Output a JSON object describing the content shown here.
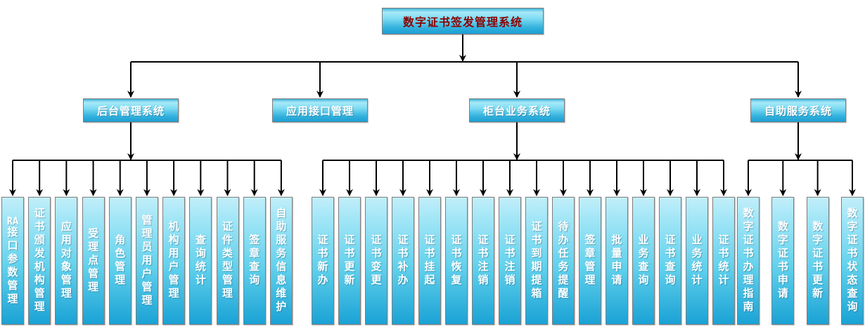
{
  "root": {
    "label": "数字证书签发管理系统"
  },
  "branches": [
    {
      "label": "后台管理系统",
      "children": [
        "RA接口参数管理",
        "证书颁发机构管理",
        "应用对象管理",
        "受理点管理",
        "角色管理",
        "管理员用户管理",
        "机构用户管理",
        "查询统计",
        "证件类型管理",
        "签章查询",
        "自助服务信息维护"
      ]
    },
    {
      "label": "应用接口管理",
      "children": []
    },
    {
      "label": "柜台业务系统",
      "children": [
        "证书新办",
        "证书更新",
        "证书变更",
        "证书补办",
        "证书挂起",
        "证书恢复",
        "证书注销",
        "证书注销",
        "证书到期提箱",
        "待办任务提醒",
        "签章管理",
        "批量申请",
        "业务查询",
        "证书查询",
        "业务统计",
        "证书统计"
      ]
    },
    {
      "label": "自助服务系统",
      "children": [
        "数字证书办理指南",
        "数字证书申请",
        "数字证书更新",
        "数字证书状态查询"
      ]
    }
  ],
  "colors": {
    "background": "#ffffff",
    "box_gradient_top": "#a8e9f8",
    "box_gradient_bottom": "#1b9fd3",
    "box_border": "#7e7e7e",
    "root_text": "#8b0000",
    "node_text": "#ffffff",
    "connector": "#000000"
  }
}
